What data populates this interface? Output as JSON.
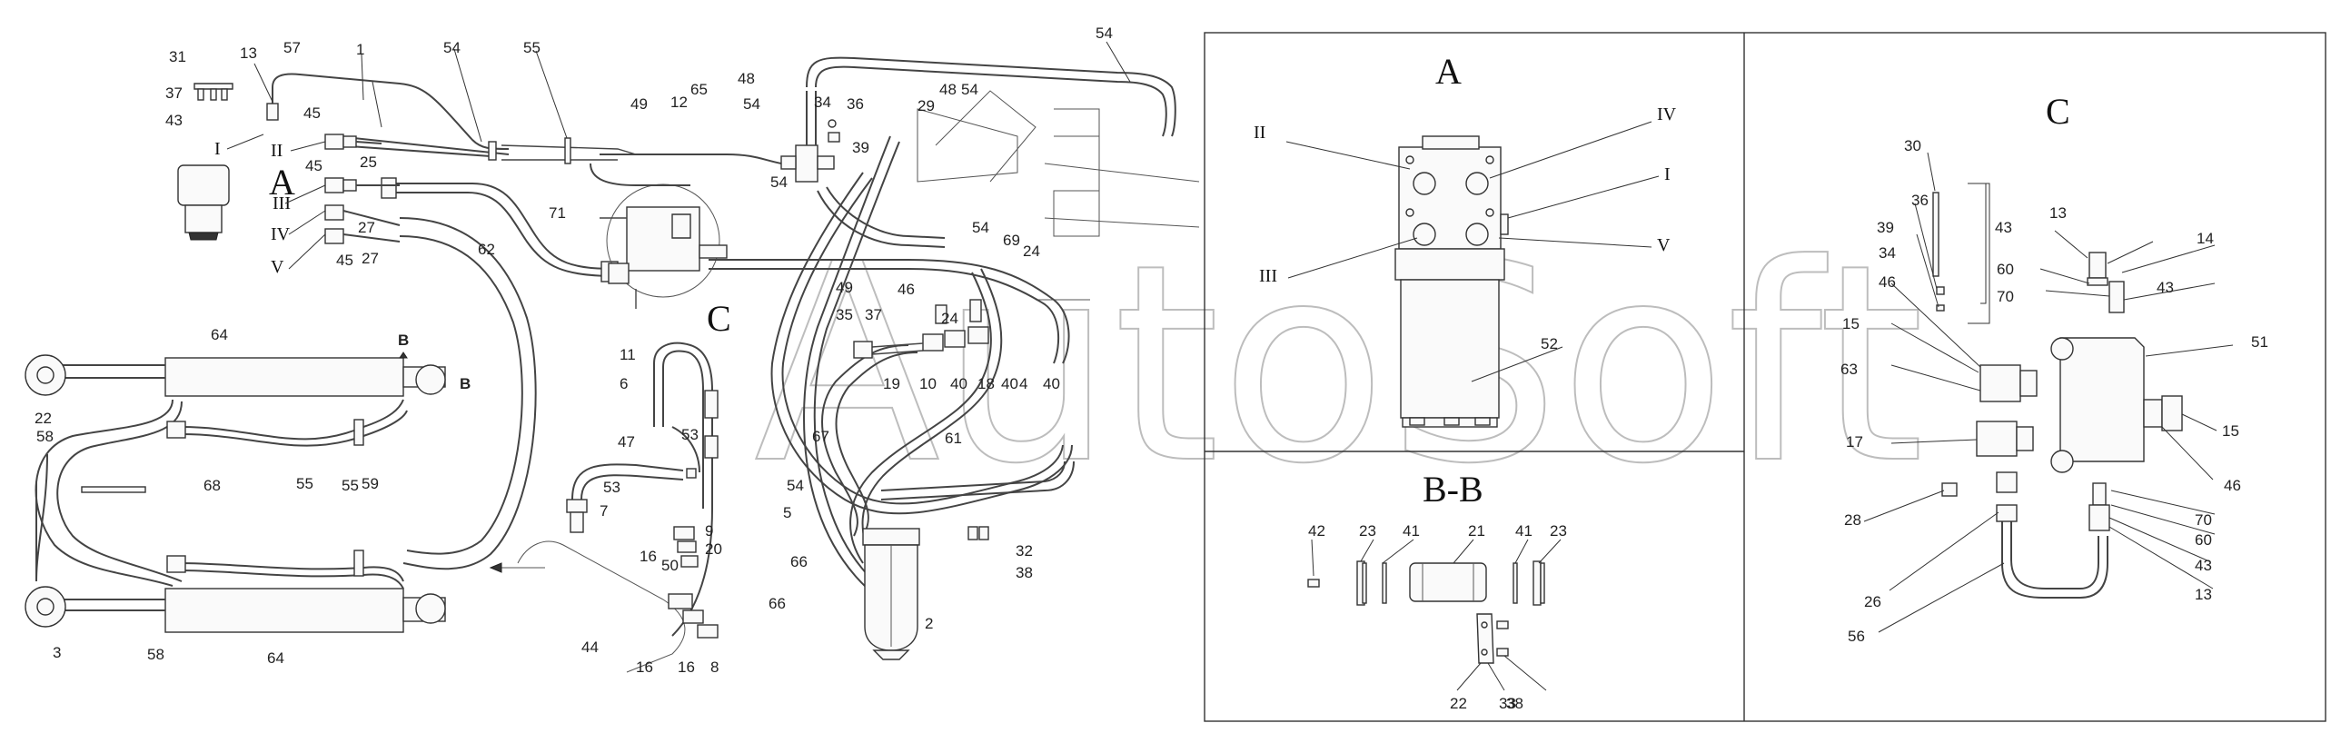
{
  "watermark": "AutoSoft",
  "sections": {
    "a": "A",
    "bb": "B-B",
    "c": "C"
  },
  "views": {
    "a": "A",
    "b": "B",
    "c": "C"
  },
  "roman": {
    "i": "I",
    "ii": "II",
    "iii": "III",
    "iv": "IV",
    "v": "V"
  },
  "labels": [
    "1",
    "2",
    "3",
    "4",
    "5",
    "6",
    "7",
    "8",
    "9",
    "10",
    "11",
    "12",
    "13",
    "14",
    "15",
    "16",
    "17",
    "18",
    "19",
    "20",
    "21",
    "22",
    "23",
    "24",
    "25",
    "26",
    "27",
    "28",
    "29",
    "30",
    "31",
    "32",
    "33",
    "34",
    "35",
    "36",
    "37",
    "38",
    "39",
    "40",
    "41",
    "42",
    "43",
    "44",
    "45",
    "46",
    "47",
    "48",
    "49",
    "50",
    "51",
    "52",
    "53",
    "54",
    "55",
    "56",
    "57",
    "58",
    "59",
    "60",
    "61",
    "62",
    "63",
    "64",
    "65",
    "66",
    "67",
    "68",
    "69",
    "70",
    "71"
  ],
  "colors": {
    "line": "#444444",
    "watermark": "#bdbdbd",
    "background": "#ffffff"
  }
}
